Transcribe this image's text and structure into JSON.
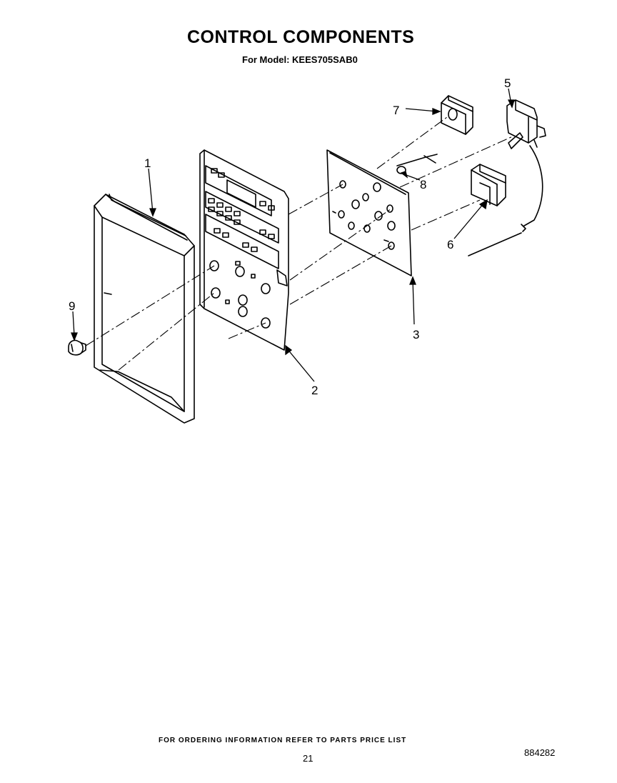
{
  "header": {
    "title": "CONTROL COMPONENTS",
    "model_line": "For Model: KEES705SAB0"
  },
  "callouts": [
    "1",
    "2",
    "3",
    "5",
    "6",
    "7",
    "8",
    "9"
  ],
  "footer": {
    "ordering_note": "FOR ORDERING INFORMATION REFER TO PARTS PRICE LIST",
    "page_number": "21",
    "document_number": "884282"
  }
}
